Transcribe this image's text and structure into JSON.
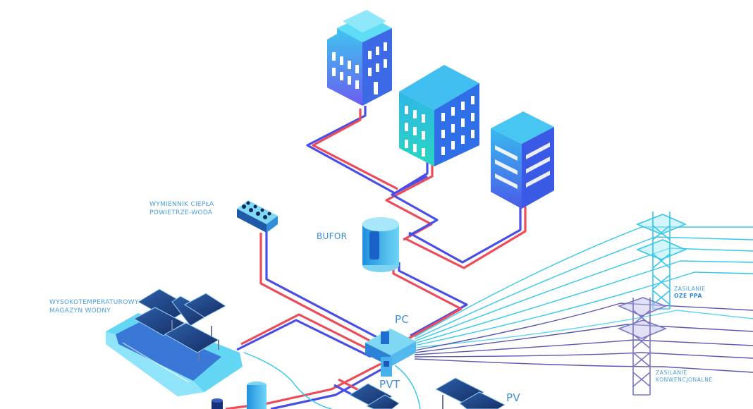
{
  "labels": {
    "heat_exchanger_line1": "WYMIENNIK CIEPŁA",
    "heat_exchanger_line2": "POWIETRZE-WODA",
    "buffer": "BUFOR",
    "storage_line1": "WYSOKOTEMPERATUROWY",
    "storage_line2": "MAGAZYN WODNY",
    "pc": "PC",
    "pvt": "PVT",
    "pv": "PV",
    "supply_ppa_line1": "ZASILANIE",
    "supply_ppa_line2": "OZE PPA",
    "supply_conv_line1": "ZASILANIE",
    "supply_conv_line2": "KONWENCJONALNE"
  },
  "colors": {
    "pipe_hot": "#ee4b5a",
    "pipe_cold": "#4a4ee8",
    "cable_oze": "#33c8ec",
    "cable_conventional": "#5a57b0",
    "label": "#4a9fe0"
  }
}
